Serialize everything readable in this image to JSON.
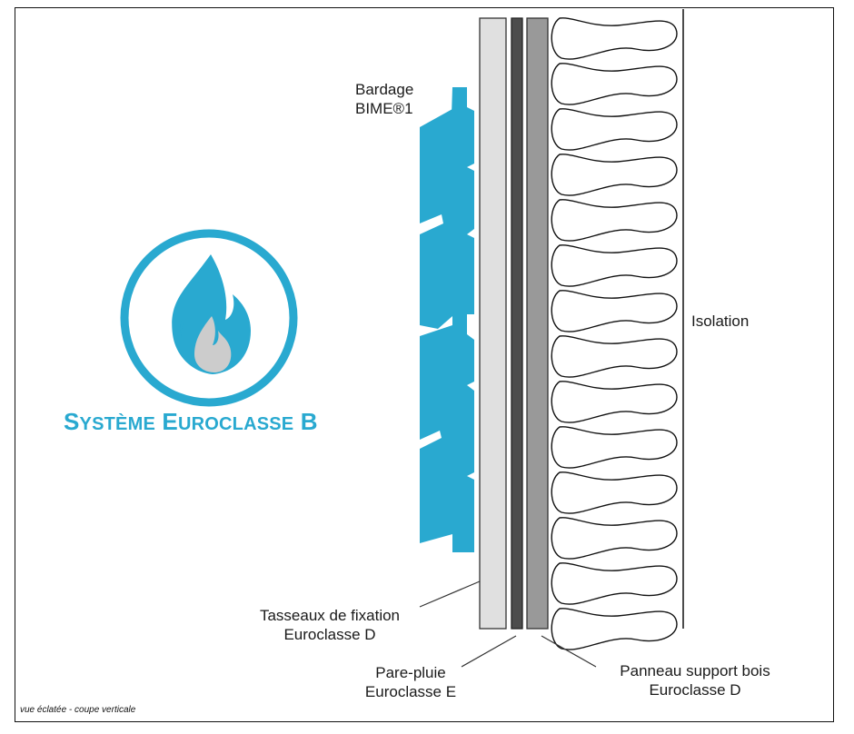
{
  "labels": {
    "bardage_line1": "Bardage",
    "bardage_line2": "BIME®1",
    "isolation": "Isolation",
    "tasseaux_line1": "Tasseaux de fixation",
    "tasseaux_line2": "Euroclasse D",
    "pare_pluie_line1": "Pare-pluie",
    "pare_pluie_line2": "Euroclasse E",
    "panneau_line1": "Panneau support bois",
    "panneau_line2": "Euroclasse D"
  },
  "badge": {
    "title_part1_big": "S",
    "title_part1_small": "YSTÈME",
    "title_part2_big": "E",
    "title_part2_small": "UROCLASSE",
    "title_part3": "B"
  },
  "caption": "vue éclatée - coupe verticale",
  "colors": {
    "accent_blue": "#29a9d0",
    "batten_grey": "#e0e0e0",
    "membrane_dark": "#4d4d4d",
    "panel_grey": "#999999",
    "flame_core": "#cccccc"
  },
  "icons": {
    "badge_icon": "flame-circle-icon"
  }
}
